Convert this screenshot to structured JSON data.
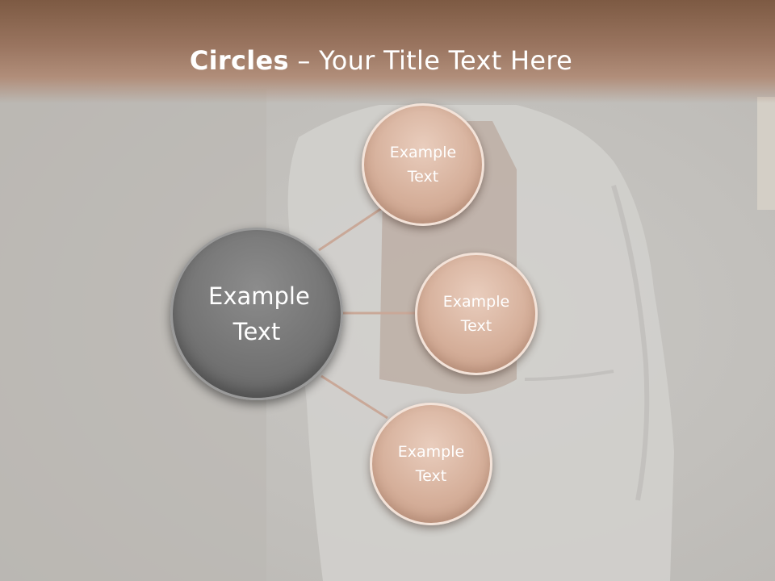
{
  "slide": {
    "title_bold": "Circles",
    "title_rest": " – Your Title Text Here"
  },
  "diagram": {
    "center": {
      "label": "Example Text"
    },
    "nodes": [
      {
        "label": "Example Text"
      },
      {
        "label": "Example Text"
      },
      {
        "label": "Example Text"
      }
    ]
  },
  "colors": {
    "title_bar": "#8e6a53",
    "node_fill": "#d6b09b",
    "center_fill": "#747474",
    "connector": "#c4a08d",
    "background": "#c4c2bf"
  }
}
